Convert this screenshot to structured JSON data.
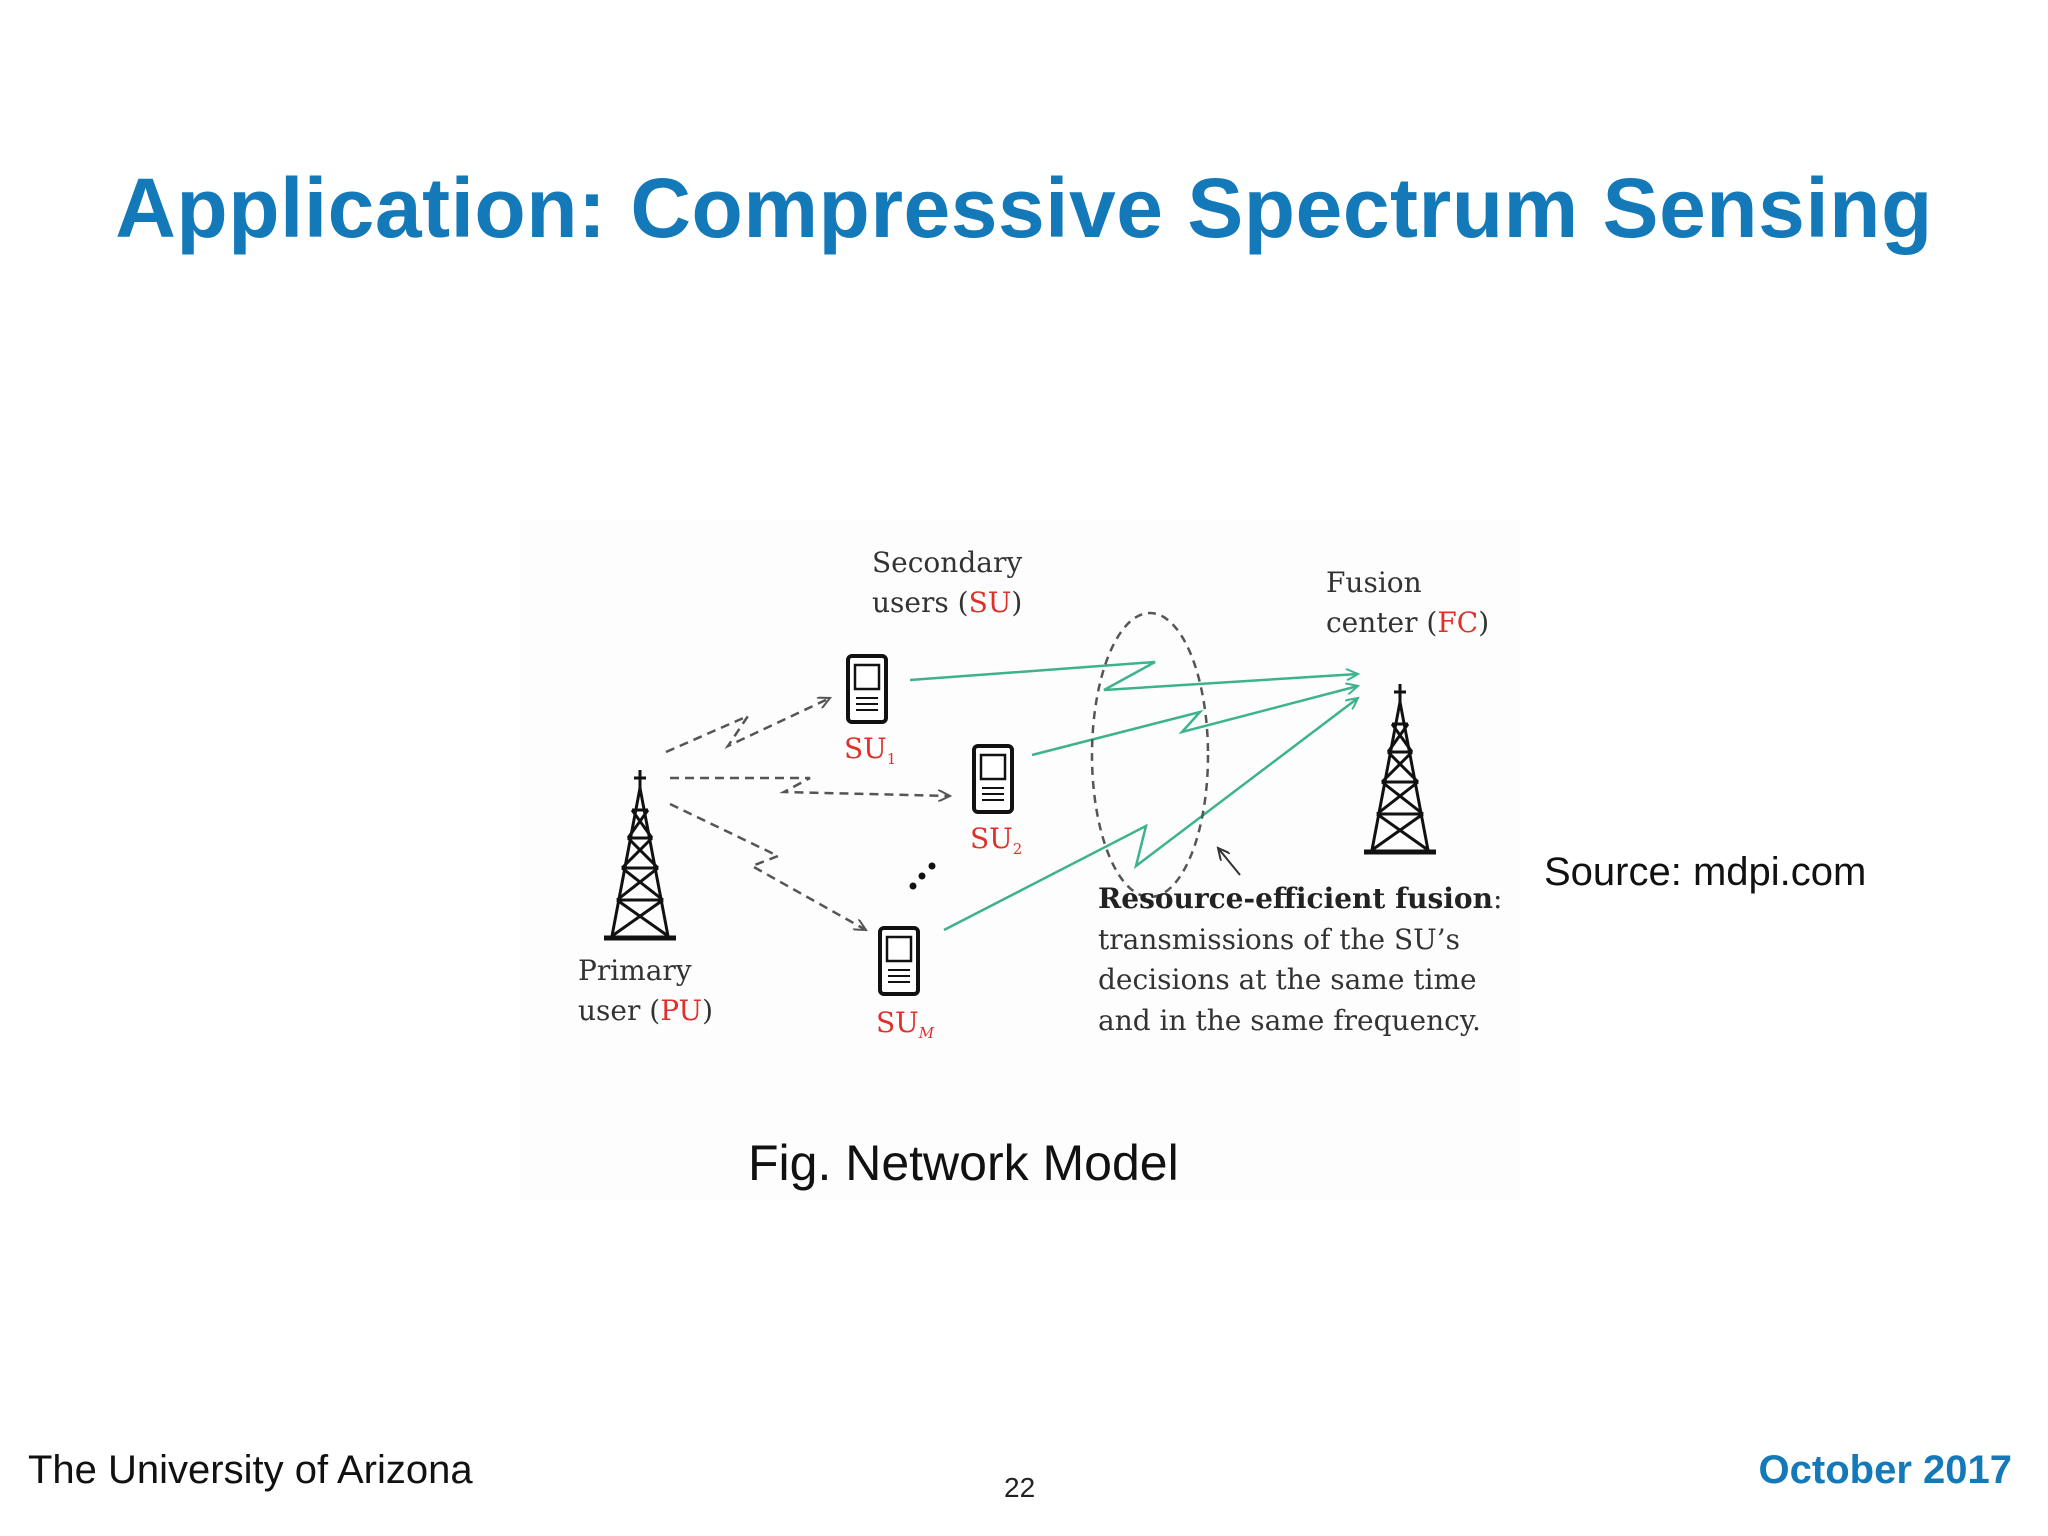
{
  "slide": {
    "title": "Application: Compressive Spectrum Sensing",
    "source": "Source: mdpi.com",
    "caption": "Fig. Network Model",
    "footer_left": "The University of Arizona",
    "page_number": "22",
    "footer_right": "October 2017"
  },
  "diagram": {
    "secondary_line1": "Secondary",
    "secondary_line2_prefix": "users (",
    "secondary_abbr": "SU",
    "secondary_line2_suffix": ")",
    "fusion_line1": "Fusion",
    "fusion_line2_prefix": "center (",
    "fusion_abbr": "FC",
    "fusion_line2_suffix": ")",
    "primary_line1": "Primary",
    "primary_line2_prefix": "user (",
    "primary_abbr": "PU",
    "primary_line2_suffix": ")",
    "su_base": "SU",
    "su1_sub": "1",
    "su2_sub": "2",
    "sum_sub": "M",
    "resource_title": "Resource-efficient fusion",
    "resource_colon": ":",
    "resource_line1": "transmissions of the SU’s",
    "resource_line2": "decisions at the same time",
    "resource_line3": "and in the same frequency.",
    "icons": [
      "tower-icon",
      "phone-icon"
    ],
    "colors": {
      "label_red": "#e0302a",
      "arrow_green": "#3db38a",
      "dashed_gray": "#555555"
    }
  }
}
